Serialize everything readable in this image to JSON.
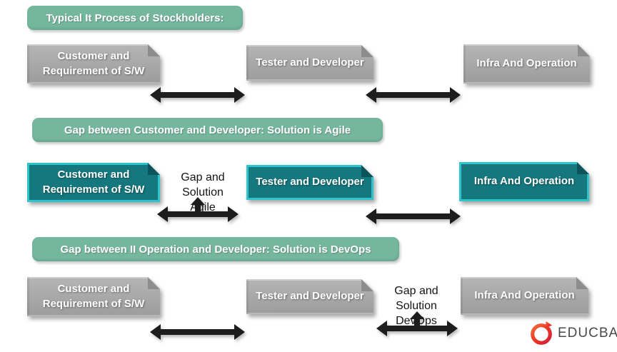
{
  "sections": {
    "s1": {
      "title": "Typical It Process of Stockholders:"
    },
    "s2": {
      "title": "Gap between Customer and Developer: Solution is Agile",
      "gap_line1": "Gap and Solution",
      "gap_line2": "Agile"
    },
    "s3": {
      "title": "Gap between II Operation and Developer: Solution is DevOps",
      "gap_line1": "Gap and Solution",
      "gap_line2": "DevOps"
    }
  },
  "boxes": {
    "customer": {
      "line1": "Customer and",
      "line2": "Requirement of S/W"
    },
    "tester": {
      "label": "Tester and Developer"
    },
    "infra": {
      "label": "Infra And Operation"
    }
  },
  "logo": {
    "brand": "EDUCBA"
  },
  "colors": {
    "header_green": "#74b79e",
    "gray_fill": "#a7a7a7",
    "teal_fill": "#15787e",
    "teal_border": "#2fc3cc",
    "arrow_black": "#1d1d1d",
    "logo_orange": "#f26c3a",
    "logo_red": "#d31f3c",
    "logo_text_gray": "#4a4a4a"
  }
}
